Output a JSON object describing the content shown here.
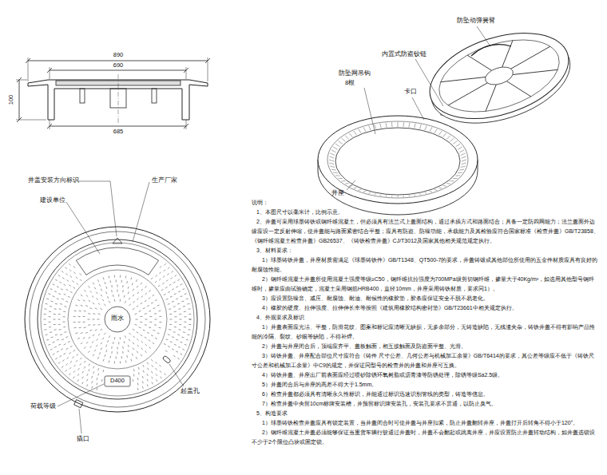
{
  "diagram": {
    "labels": [
      "890",
      "690",
      "100",
      "685",
      "防坠动弹簧臂",
      "内置式防盗铰链",
      "防坠网吊钩",
      "8根",
      "卡口",
      "井座",
      "井盖安装方向标识",
      "建设单位",
      "生产厂家",
      "雨水",
      "D400",
      "起盖孔",
      "荷载等级",
      "撬口",
      "说明：",
      "1、本图尺寸以毫米计，比例示意。",
      "2、井盖可采用球墨铸铁或钢纤维混凝土，但必须具有法兰式上盖面结构，通过承插方式和路面结合；具备一定防四网能力；法兰盖面外边缘应设一定反射伸缩，使井盖能与路面紧密结合平整；应具有防盗、防噪功能，承载能力及其检验应符合国家标准《检查井盖》GB/T23858、《钢纤维混凝土检查井盖》GB26537、《铸铁检查井盖》CJ/T3012及国家其他相关规范规定执行。",
      "3、材料要求：",
      "1）球墨铸铁井盖，井座材质需满足《球墨铸铁件》GB/T1348、QT500-7的要求，井盖铸锻成其他部位所使用的五金件材质应具有良好的耐腐蚀性能。",
      "2）钢纤维混凝土井盖所使用混凝土强度等级≥C50，钢纤维抗拉强度为700MPa级剪切钢纤维，掺量大于40Kg/m³，如选用其他型号钢纤维时，掺量应由试验确定，混凝土采用钢筋HRB400，直径10mm，井座采用铸铁材质，要求同1）。",
      "3）应设置防噪音、减压、耐腐蚀、耐油、耐候性的橡胶垫，胶条应保证安全不脱不易老化。",
      "4）橡胶的硬度、拉伸强度、拉伸伸长率等按照《建筑用橡胶结构密封垫》GB/T23661中相关规定执行。",
      "4、外观要求及标识",
      "1）井盖表面应光洁、平整，防滑花纹、图案和标记应清晰无缺损，无多余部分，无铸造缺陷，无残渣夹杂，铸铁井盖不得有影响产品性能的冷隔、裂纹、砂眼等缺陷，不得补焊。",
      "2）井盖与井座闭合后，顶端应齐平、盖板触面，相互接触面及防盗面平整、光滑。",
      "3）铸铁井盖、井座配合部位尺寸应符合《铸件 尺寸公差、几何公差与机械加工余量》GB/T6414的要求，其公差等级应不低于《铸铁尺寸公差和机械加工余量》中C9的规定，并保证同型号的检查井的井盖和井座可互换。",
      "4）铸铁井盖、井座出厂前表面应经过喷砂除锈环氧树脂或沥青漆等防锈处理，除锈等级Sa2.5级。",
      "5）井盖闭合后与井座的高差不得大于1.5mm。",
      "6）检查井盖都必须具有清晰永久性标识，并能通过标识迅速识别管线的类型，铸造等信息。",
      "7）检查井盖中央留10cm标牌安装槽，并预留标识牌安装孔，安装孔要求不贯通，以防止臭气。",
      "5、构造要求",
      "1）球墨铸铁检查井盖应具有锁定装置，当井盖闭合时可使井盖与井座扣紧，防止井盖翻转井座，井盖打开后转角不得小于120°。",
      "2）钢纤维混凝土井盖必须能够保证当重货车辆行驶通过井盖时，井盖不会翻起或跳离井座，并应设置防止井盖转动结构，如井盖选锁设不少于2个限位凸块或固定锁。"
    ]
  }
}
